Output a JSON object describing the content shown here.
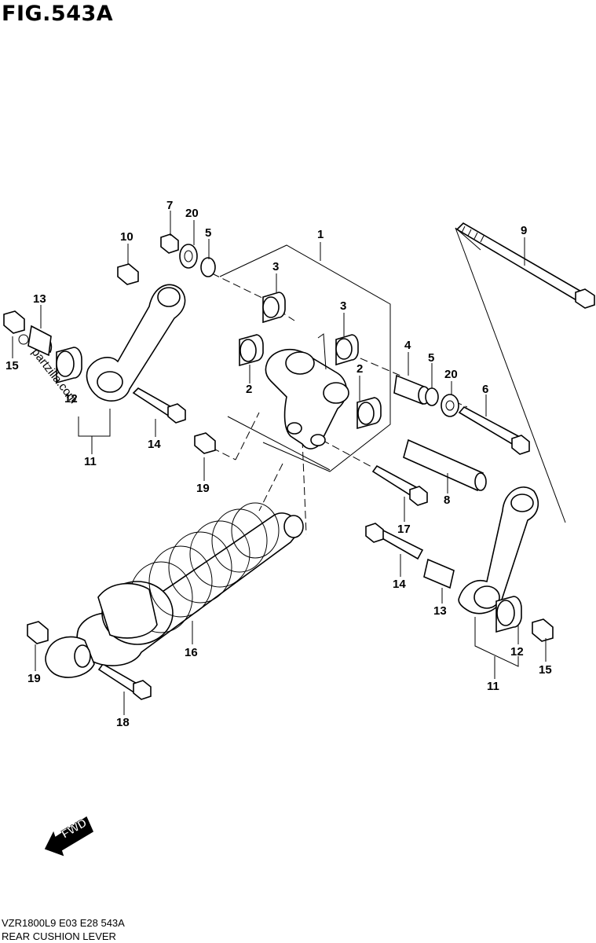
{
  "figure": {
    "title": "FIG.543A"
  },
  "footer": {
    "code": "VZR1800L9  E03  E28  543A",
    "name": "REAR CUSHION LEVER"
  },
  "watermark": "partzilla.com",
  "fwd_label": "FWD",
  "callouts": {
    "c1": "1",
    "c2a": "2",
    "c2b": "2",
    "c3a": "3",
    "c3b": "3",
    "c4": "4",
    "c5a": "5",
    "c5b": "5",
    "c6": "6",
    "c7": "7",
    "c8": "8",
    "c9": "9",
    "c10": "10",
    "c11a": "11",
    "c11b": "11",
    "c12a": "12",
    "c12b": "12",
    "c13a": "13",
    "c13b": "13",
    "c14a": "14",
    "c14b": "14",
    "c15a": "15",
    "c15b": "15",
    "c16": "16",
    "c17": "17",
    "c18": "18",
    "c19a": "19",
    "c19b": "19",
    "c20a": "20",
    "c20b": "20"
  }
}
